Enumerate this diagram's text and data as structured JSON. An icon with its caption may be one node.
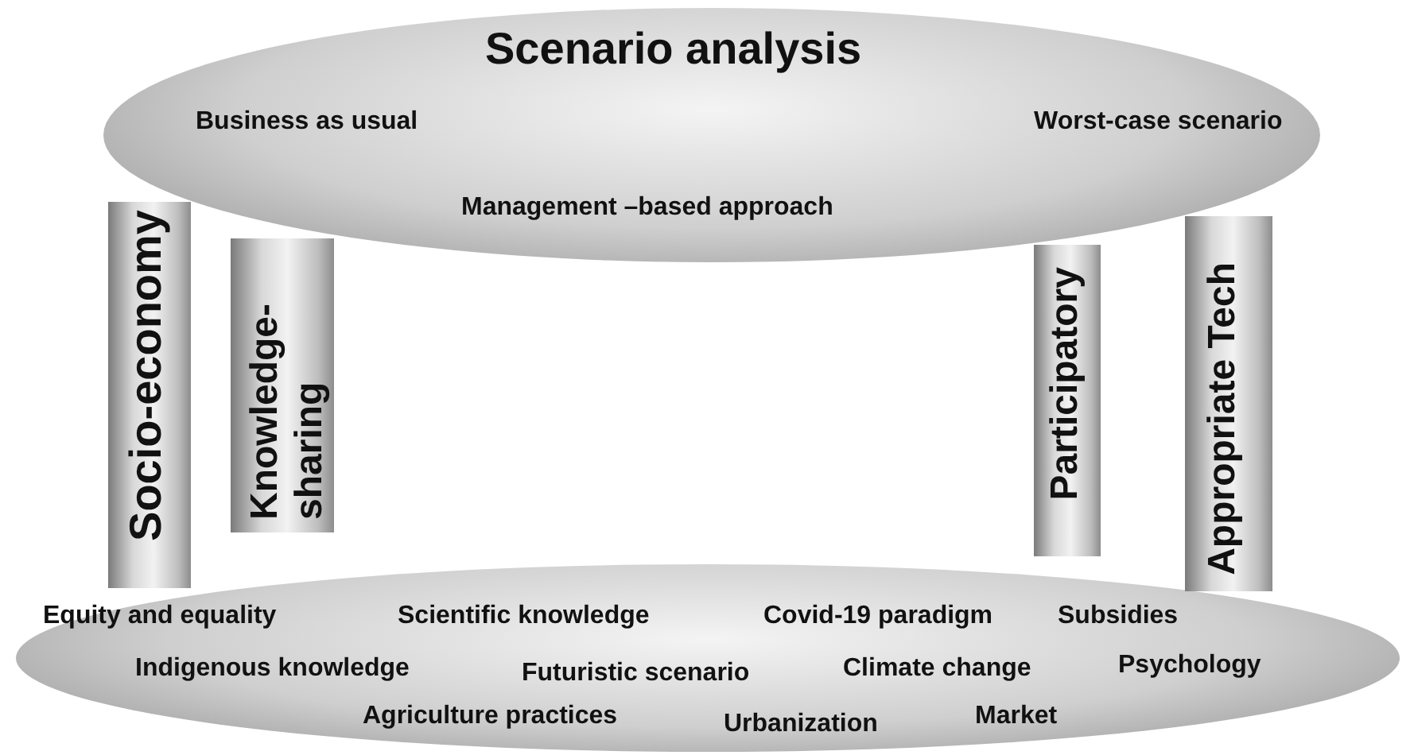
{
  "diagram": {
    "nodes": [
      {
        "text": [
          "Scenario analysis",
          "Business as usual",
          "Worst-case scenario",
          "Management –based approach"
        ]
      },
      {
        "text": [
          "Socio-economy"
        ]
      },
      {
        "text": [
          "Knowledge-sharing"
        ]
      },
      {
        "text": [
          "Participatory"
        ]
      },
      {
        "text": [
          "Appropriate Tech"
        ]
      },
      {
        "text": [
          "Equity and equality",
          "Scientific knowledge",
          "Covid-19 paradigm",
          "Subsidies",
          "Indigenous knowledge",
          "Futuristic scenario",
          "Climate change",
          "Psychology",
          "Agriculture practices",
          "Urbanization",
          "Market"
        ]
      }
    ],
    "edges": []
  }
}
